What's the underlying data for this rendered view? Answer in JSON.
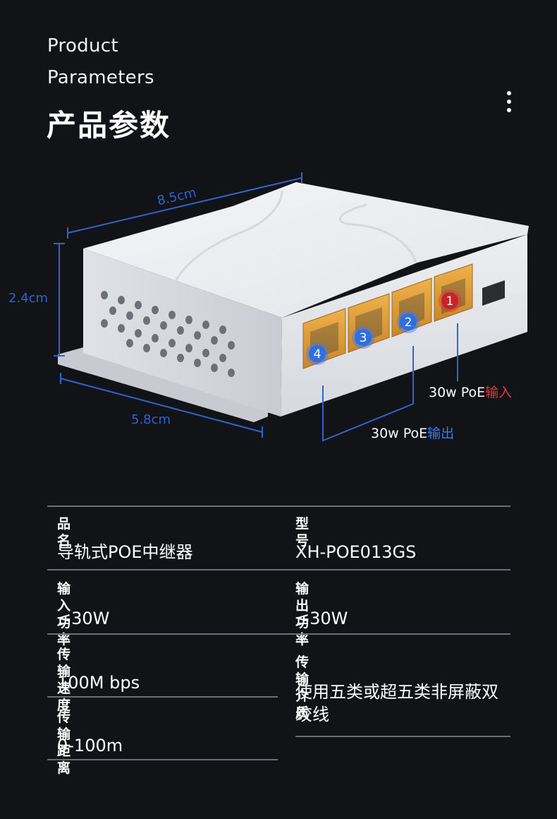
{
  "header": {
    "title_en_line1": "Product",
    "title_en_line2": "Parameters",
    "title_cn": "产品参数"
  },
  "dimensions": {
    "length": "8.5cm",
    "height": "2.4cm",
    "width": "5.8cm"
  },
  "device": {
    "port_badges": [
      "1",
      "2",
      "3",
      "4"
    ],
    "badge_colors": {
      "input": "#c8222a",
      "output": "#2f6fe0"
    }
  },
  "callouts": {
    "input_prefix": "30w PoE",
    "input_highlight": "输入",
    "output_prefix": "30w PoE",
    "output_highlight": "输出"
  },
  "params": {
    "product_name": {
      "label": "品名",
      "value": "导轨式POE中继器"
    },
    "model": {
      "label": "型号",
      "value": "XH-POE013GS"
    },
    "input_power": {
      "label": "输入功率",
      "value": "≤30W"
    },
    "output_power": {
      "label": "输出功率",
      "value": "≤30W"
    },
    "speed": {
      "label": "传输速度",
      "value": "100M bps"
    },
    "medium": {
      "label": "传输介质",
      "value": "使用五类或超五类非屏蔽双绞线"
    },
    "distance": {
      "label": "传输距离",
      "value": "0-100m"
    }
  }
}
